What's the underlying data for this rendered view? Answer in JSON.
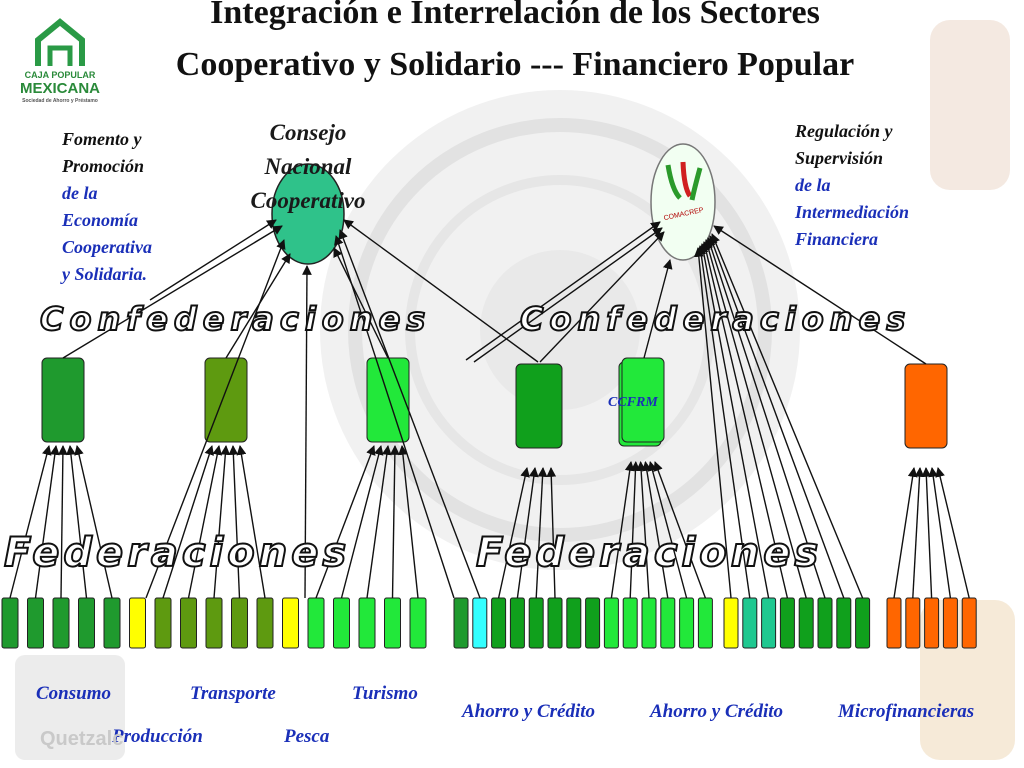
{
  "title": {
    "line1": "Integración e Interrelación de los Sectores",
    "line2": "Cooperativo y Solidario   ---   Financiero Popular"
  },
  "logo": {
    "line1": "CAJA POPULAR",
    "line2": "MEXICANA",
    "line3": "Sociedad de Ahorro y Préstamo",
    "icon": "cpm-house-logo-icon"
  },
  "left_note": {
    "black_lines": [
      "Fomento y",
      "Promoción"
    ],
    "blue_lines": [
      "de la",
      "Economía",
      "Cooperativa",
      "y Solidaria."
    ]
  },
  "right_note": {
    "black_lines": [
      "Regulación y",
      "Supervisión"
    ],
    "blue_lines": [
      "de la",
      "Intermediación",
      "Financiera"
    ]
  },
  "consejo": {
    "lines": [
      "Consejo",
      "Nacional",
      "Cooperativo"
    ],
    "color": "#2fc28a"
  },
  "regulator": {
    "logo_text": "COMACREP",
    "icon": "comacrep-logo-icon"
  },
  "headings": {
    "confederaciones_left": "Confederaciones",
    "confederaciones_right": "Confederaciones",
    "federaciones_left": "Federaciones",
    "federaciones_right": "Federaciones"
  },
  "ccfrm_label": "CCFRM",
  "confederation_colors": [
    "#1f9a2e",
    "#5e9a10",
    "#22e83a",
    "#10a01c",
    "#22e83a",
    "#ff6600"
  ],
  "federation_colors": [
    "#1f9a2e",
    "#1f9a2e",
    "#1f9a2e",
    "#1f9a2e",
    "#1f9a2e",
    "#ffff00",
    "#5e9a10",
    "#5e9a10",
    "#5e9a10",
    "#5e9a10",
    "#5e9a10",
    "#ffff00",
    "#22e83a",
    "#22e83a",
    "#22e83a",
    "#22e83a",
    "#22e83a",
    "#1f9a2e",
    "#33ffff",
    "#10a01c",
    "#10a01c",
    "#10a01c",
    "#10a01c",
    "#10a01c",
    "#10a01c",
    "#22e83a",
    "#22e83a",
    "#22e83a",
    "#22e83a",
    "#22e83a",
    "#22e83a",
    "#ffff00",
    "#1fc890",
    "#1fc890",
    "#10a01c",
    "#10a01c",
    "#10a01c",
    "#10a01c",
    "#10a01c",
    "#ff6600",
    "#ff6600",
    "#ff6600",
    "#ff6600",
    "#ff6600"
  ],
  "branch_labels": {
    "consumo": "Consumo",
    "transporte": "Transporte",
    "turismo": "Turismo",
    "produccion": "Producción",
    "pesca": "Pesca",
    "ahorro_credito_1": "Ahorro y Crédito",
    "ahorro_credito_2": "Ahorro y Crédito",
    "microfinancieras": "Microfinancieras"
  },
  "watermark": "Quetzalc"
}
